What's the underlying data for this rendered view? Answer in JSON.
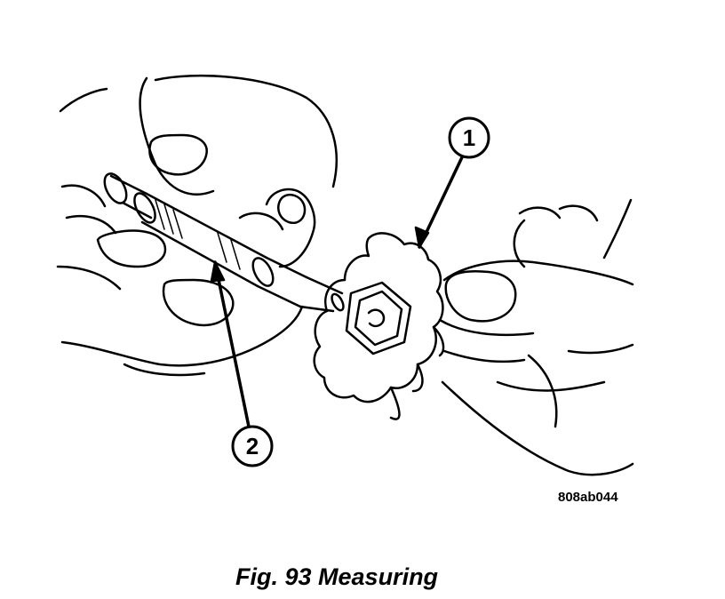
{
  "figure": {
    "caption": "Fig. 93 Measuring",
    "code": "808ab044",
    "callouts": [
      {
        "number": "1",
        "target": "oil-pump-inner-rotor"
      },
      {
        "number": "2",
        "target": "micrometer"
      }
    ]
  },
  "colors": {
    "ink": "#000000",
    "paper": "#ffffff"
  }
}
